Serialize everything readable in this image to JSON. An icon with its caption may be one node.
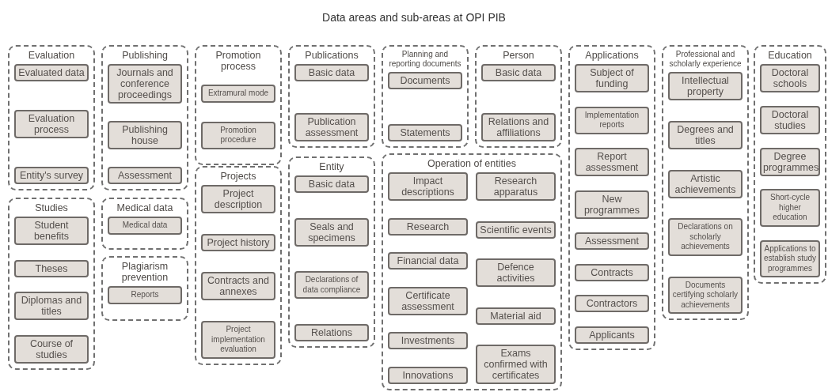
{
  "diagram": {
    "title": "Data areas and sub-areas at OPI PIB",
    "nodes": [
      {
        "text": [
          "Evaluation"
        ]
      },
      {
        "text": [
          "Evaluated data"
        ],
        "in": 0
      },
      {
        "text": [
          "Evaluation process"
        ],
        "in": 0
      },
      {
        "text": [
          "Entity's survey"
        ],
        "in": 0
      },
      {
        "text": [
          "Studies"
        ]
      },
      {
        "text": [
          "Student benefits"
        ],
        "in": 4
      },
      {
        "text": [
          "Theses"
        ],
        "in": 4
      },
      {
        "text": [
          "Diplomas and titles"
        ],
        "in": 4
      },
      {
        "text": [
          "Course of studies"
        ],
        "in": 4
      },
      {
        "text": [
          "Publishing"
        ]
      },
      {
        "text": [
          "Journals and conference proceedings"
        ],
        "in": 9
      },
      {
        "text": [
          "Publishing house"
        ],
        "in": 9
      },
      {
        "text": [
          "Assessment"
        ],
        "in": 9
      },
      {
        "text": [
          "Medical data"
        ]
      },
      {
        "text": [
          "Medical data"
        ],
        "in": 13
      },
      {
        "text": [
          "Plagiarism prevention"
        ]
      },
      {
        "text": [
          "Reports"
        ],
        "in": 15
      },
      {
        "text": [
          "Promotion process"
        ]
      },
      {
        "text": [
          "Extramural mode"
        ],
        "in": 17
      },
      {
        "text": [
          "Promotion procedure"
        ],
        "in": 17
      },
      {
        "text": [
          "Projects"
        ]
      },
      {
        "text": [
          "Project description"
        ],
        "in": 20
      },
      {
        "text": [
          "Project history"
        ],
        "in": 20
      },
      {
        "text": [
          "Contracts and annexes"
        ],
        "in": 20
      },
      {
        "text": [
          "Project implementation evaluation"
        ],
        "in": 20
      },
      {
        "text": [
          "Publications"
        ]
      },
      {
        "text": [
          "Basic data"
        ],
        "in": 25
      },
      {
        "text": [
          "Publication assessment"
        ],
        "in": 25
      },
      {
        "text": [
          "Entity"
        ]
      },
      {
        "text": [
          "Basic data"
        ],
        "in": 28
      },
      {
        "text": [
          "Seals and specimens"
        ],
        "in": 28
      },
      {
        "text": [
          "Declarations of data compliance"
        ],
        "in": 28
      },
      {
        "text": [
          "Relations"
        ],
        "in": 28
      },
      {
        "text": [
          "Planning and reporting documents"
        ]
      },
      {
        "text": [
          "Documents"
        ],
        "in": 33
      },
      {
        "text": [
          "Statements"
        ],
        "in": 33
      },
      {
        "text": [
          "Person"
        ]
      },
      {
        "text": [
          "Basic data"
        ],
        "in": 36
      },
      {
        "text": [
          "Relations and affiliations"
        ],
        "in": 36
      },
      {
        "text": [
          "Operation of entities"
        ]
      },
      {
        "text": [
          "Impact descriptions"
        ],
        "in": 39
      },
      {
        "text": [
          "Research"
        ],
        "in": 39
      },
      {
        "text": [
          "Financial data"
        ],
        "in": 39
      },
      {
        "text": [
          "Certificate assessment"
        ],
        "in": 39
      },
      {
        "text": [
          "Investments"
        ],
        "in": 39
      },
      {
        "text": [
          "Innovations"
        ],
        "in": 39
      },
      {
        "text": [
          "Research apparatus"
        ],
        "in": 39
      },
      {
        "text": [
          "Scientific events"
        ],
        "in": 39
      },
      {
        "text": [
          "Defence activities"
        ],
        "in": 39
      },
      {
        "text": [
          "Material aid"
        ],
        "in": 39
      },
      {
        "text": [
          "Exams confirmed with certificates"
        ],
        "in": 39
      },
      {
        "text": [
          "Applications"
        ]
      },
      {
        "text": [
          "Subject of funding"
        ],
        "in": 51
      },
      {
        "text": [
          "Implementation reports"
        ],
        "in": 51
      },
      {
        "text": [
          "Report assessment"
        ],
        "in": 51
      },
      {
        "text": [
          "New programmes"
        ],
        "in": 51
      },
      {
        "text": [
          "Assessment"
        ],
        "in": 51
      },
      {
        "text": [
          "Contracts"
        ],
        "in": 51
      },
      {
        "text": [
          "Contractors"
        ],
        "in": 51
      },
      {
        "text": [
          "Applicants"
        ],
        "in": 51
      },
      {
        "text": [
          "Professional and scholarly experience"
        ]
      },
      {
        "text": [
          "Intellectual property"
        ],
        "in": 60
      },
      {
        "text": [
          "Degrees and titles"
        ],
        "in": 60
      },
      {
        "text": [
          "Artistic achievements"
        ],
        "in": 60
      },
      {
        "text": [
          "Declarations on scholarly achievements"
        ],
        "in": 60
      },
      {
        "text": [
          "Documents certifying scholarly achievements"
        ],
        "in": 60
      },
      {
        "text": [
          "Education"
        ]
      },
      {
        "text": [
          "Doctoral schools"
        ],
        "in": 66
      },
      {
        "text": [
          "Doctoral studies"
        ],
        "in": 66
      },
      {
        "text": [
          "Degree programmes"
        ],
        "in": 66
      },
      {
        "text": [
          "Short-cycle higher education"
        ],
        "in": 66
      },
      {
        "text": [
          "Applications to establish study programmes"
        ],
        "in": 66
      }
    ]
  }
}
